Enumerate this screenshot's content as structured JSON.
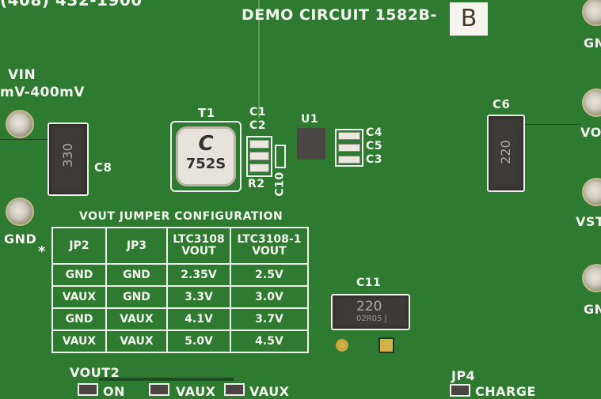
{
  "header": {
    "phone_partial": "(408) 432-1900",
    "board_title": "DEMO CIRCUIT 1582B-",
    "revision": "B"
  },
  "left": {
    "vin_label": "VIN",
    "vin_range": "mV-400mV",
    "gnd_label": "GND"
  },
  "right": {
    "labels": [
      "GN",
      "VO",
      "VST",
      "GN"
    ]
  },
  "components": {
    "T1": "T1",
    "T1_marking_logo": "C",
    "T1_marking": "752S",
    "C1": "C1",
    "C2": "C2",
    "R2": "R2",
    "C10": "C10",
    "U1": "U1",
    "C4": "C4",
    "C5": "C5",
    "C3": "C3",
    "C6": "C6",
    "C6_marking": "220",
    "C8": "C8",
    "C8_marking": "330",
    "C11": "C11",
    "C11_marking": "220",
    "cap_code": "02R05 J"
  },
  "table": {
    "title": "VOUT JUMPER CONFIGURATION",
    "asterisk": "*",
    "headers": [
      "JP2",
      "JP3",
      "LTC3108 VOUT",
      "LTC3108-1 VOUT"
    ],
    "rows": [
      [
        "GND",
        "GND",
        "2.35V",
        "2.5V"
      ],
      [
        "VAUX",
        "GND",
        "3.3V",
        "3.0V"
      ],
      [
        "GND",
        "VAUX",
        "4.1V",
        "3.7V"
      ],
      [
        "VAUX",
        "VAUX",
        "5.0V",
        "4.5V"
      ]
    ]
  },
  "bottom": {
    "vout2": "VOUT2",
    "on": "ON",
    "vaux1": "VAUX",
    "vaux2": "VAUX",
    "jp4": "JP4",
    "charge": "CHARGE"
  }
}
